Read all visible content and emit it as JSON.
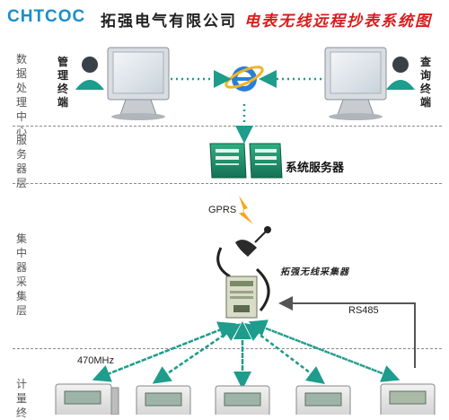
{
  "header": {
    "logo": "CHTCOC",
    "company": "拓强电气有限公司",
    "title": "电表无线远程抄表系统图"
  },
  "layers": [
    {
      "label": "数据处理中心"
    },
    {
      "label": "服务器层"
    },
    {
      "label": "集中器采集层"
    },
    {
      "label": "计量终"
    }
  ],
  "nodes": {
    "admin_terminal": "管理终端",
    "query_terminal": "查询终端",
    "server": "系统服务器",
    "collector": "拓强无线采集器"
  },
  "links": {
    "gprs": "GPRS",
    "rs485": "RS485",
    "rf": "470MHz"
  },
  "colors": {
    "logo": "#1a8fc9",
    "title_red": "#d81c1c",
    "link_teal": "#1e9c8c",
    "server_green": "#1f8f6b",
    "rs485_gray": "#555555"
  },
  "icons": [
    "monitor-icon",
    "user-icon",
    "internet-explorer-icon",
    "server-icon",
    "lightning-icon",
    "collector-device-icon",
    "meter-icon"
  ]
}
